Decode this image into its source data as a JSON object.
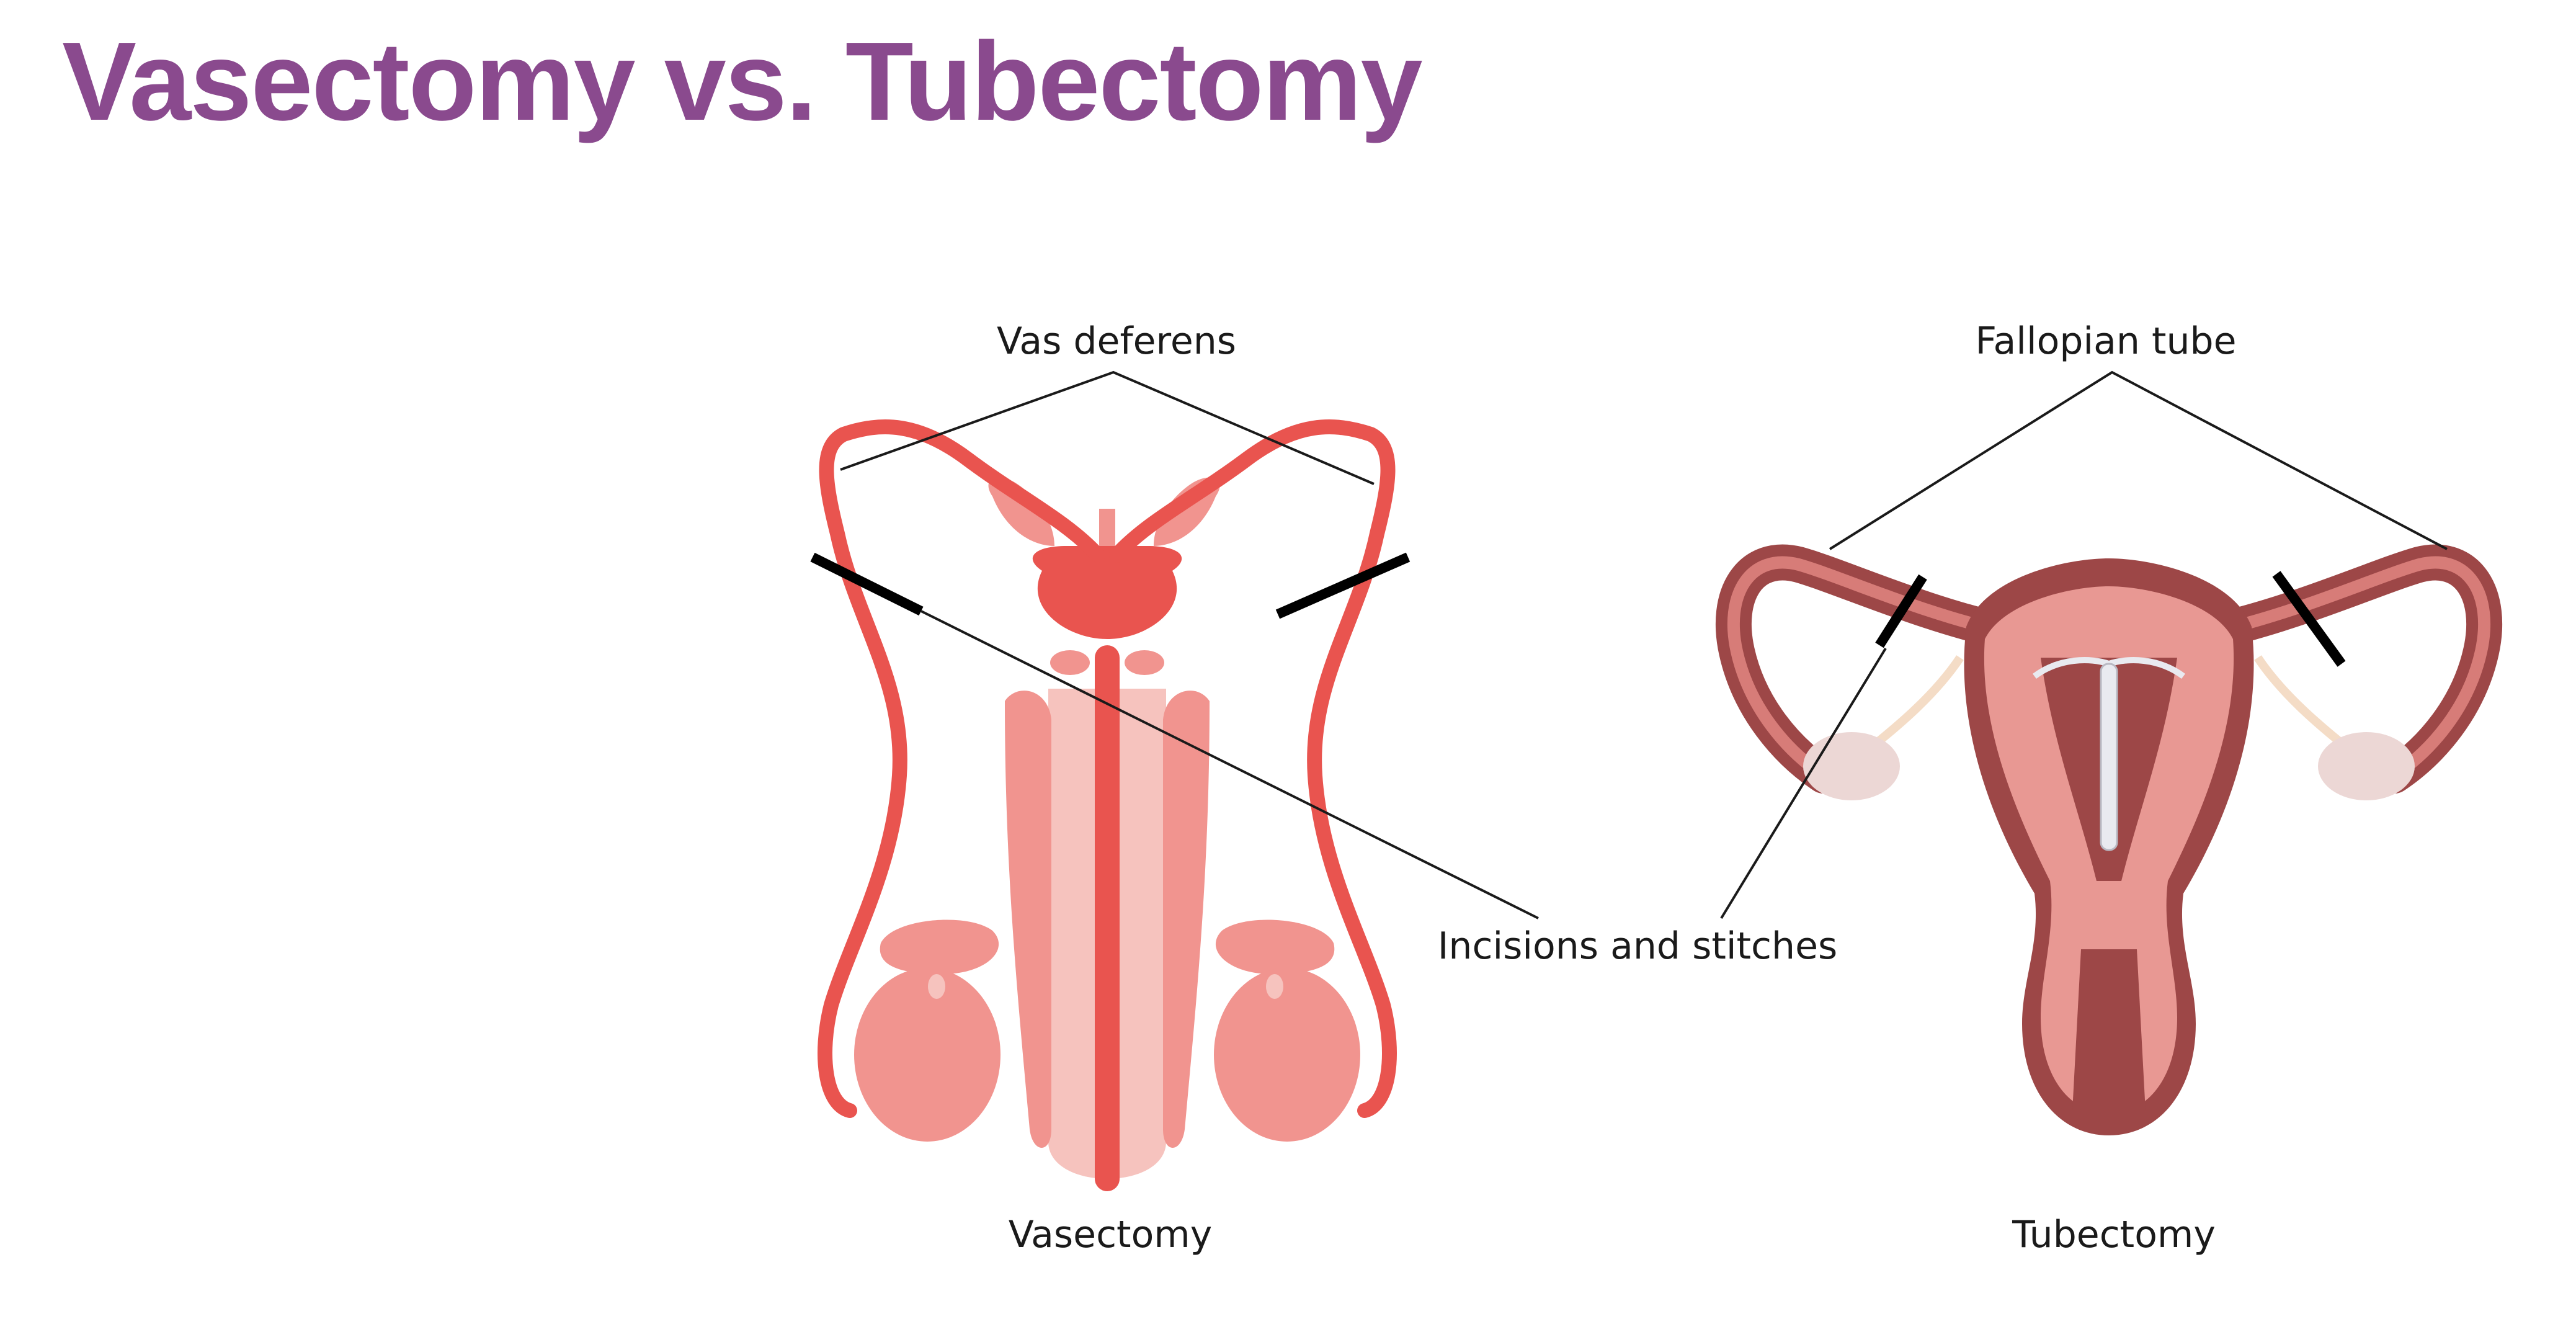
{
  "title": "Vasectomy vs. Tubectomy",
  "colors": {
    "title": "#8a4a8e",
    "vas_red": "#e9544f",
    "organ_pink": "#f1948f",
    "light_pink": "#f6c3be",
    "uterus_outer": "#9d4747",
    "uterus_inner": "#d77c78",
    "ovary": "#ecd7d5",
    "incision": "#000000"
  },
  "labels": {
    "vas_deferens": "Vas deferens",
    "fallopian_tube": "Fallopian tube",
    "incisions": "Incisions and stitches",
    "vasectomy": "Vasectomy",
    "tubectomy": "Tubectomy"
  }
}
